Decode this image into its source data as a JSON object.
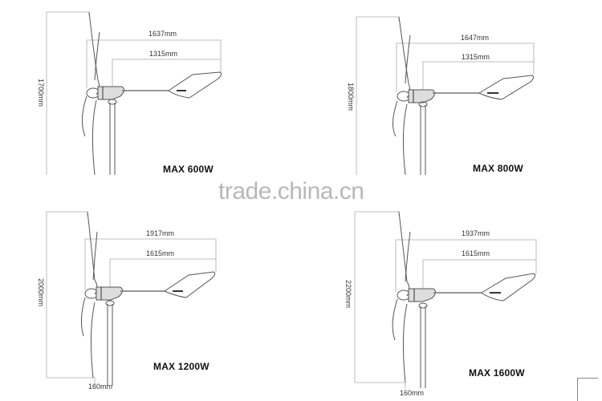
{
  "diagram": {
    "type": "wind turbine dimension drawings",
    "colors": {
      "line": "#999999",
      "text": "#333333",
      "label": "#111111",
      "watermark": "#b8b8b8"
    },
    "panels": [
      {
        "id": "600w",
        "model": "MAX 600W",
        "height": "1700mm",
        "total_length": "1637mm",
        "tail_length": "1315mm"
      },
      {
        "id": "800w",
        "model": "MAX 800W",
        "height": "1800mm",
        "total_length": "1647mm",
        "tail_length": "1315mm"
      },
      {
        "id": "1200w",
        "model": "MAX 1200W",
        "height": "2000mm",
        "total_length": "1917mm",
        "tail_length": "1615mm",
        "offset": "160mm"
      },
      {
        "id": "1600w",
        "model": "MAX 1600W",
        "height": "2200mm",
        "total_length": "1937mm",
        "tail_length": "1615mm",
        "offset": "160mm"
      }
    ]
  },
  "watermark": "trade.china.cn"
}
